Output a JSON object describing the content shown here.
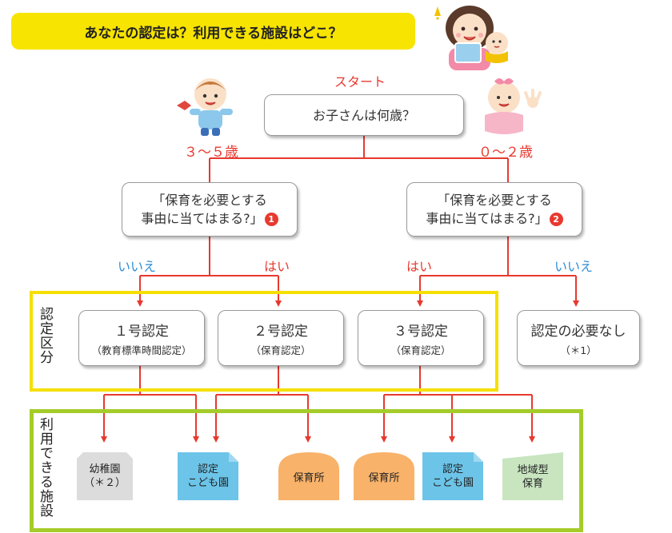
{
  "header": {
    "title": "あなたの認定は？利用できる施設はどこ？"
  },
  "flow": {
    "start_label": "スタート",
    "start_question": "お子さんは何歳？",
    "age_left": "３〜５歳",
    "age_right": "０〜２歳",
    "q1_line1": "「保育を必要とする",
    "q1_line2": "事由に当てはまる?」",
    "q1_number": "1",
    "q2_line1": "「保育を必要とする",
    "q2_line2": "事由に当てはまる?」",
    "q2_number": "2",
    "answer_no_left": "いいえ",
    "answer_yes_left": "はい",
    "answer_yes_right": "はい",
    "answer_no_right": "いいえ"
  },
  "certification": {
    "section_label": "認定区分",
    "cert1_title": "１号認定",
    "cert1_sub": "（教育標準時間認定）",
    "cert2_title": "２号認定",
    "cert2_sub": "（保育認定）",
    "cert3_title": "３号認定",
    "cert3_sub": "（保育認定）",
    "none_title": "認定の必要なし",
    "none_sub": "（＊1）"
  },
  "facilities": {
    "section_label": "利用できる施設",
    "kindergarten_line1": "幼稚園",
    "kindergarten_line2": "（＊２）",
    "kodomoen_a_line1": "認定",
    "kodomoen_a_line2": "こども園",
    "nursery_a": "保育所",
    "nursery_b": "保育所",
    "kodomoen_b_line1": "認定",
    "kodomoen_b_line2": "こども園",
    "community_line1": "地域型",
    "community_line2": "保育"
  },
  "colors": {
    "line_red": "#e8392f",
    "title_yellow": "#f7e400",
    "cert_frame_yellow": "#f5df00",
    "facility_frame_green": "#a5cc2a",
    "kindergarten_gray": "#dcdcdc",
    "kodomoen_blue": "#6cc4e8",
    "nursery_orange": "#f8b26a",
    "community_green": "#c8e5c0",
    "no_blue": "#2f8fd6"
  }
}
